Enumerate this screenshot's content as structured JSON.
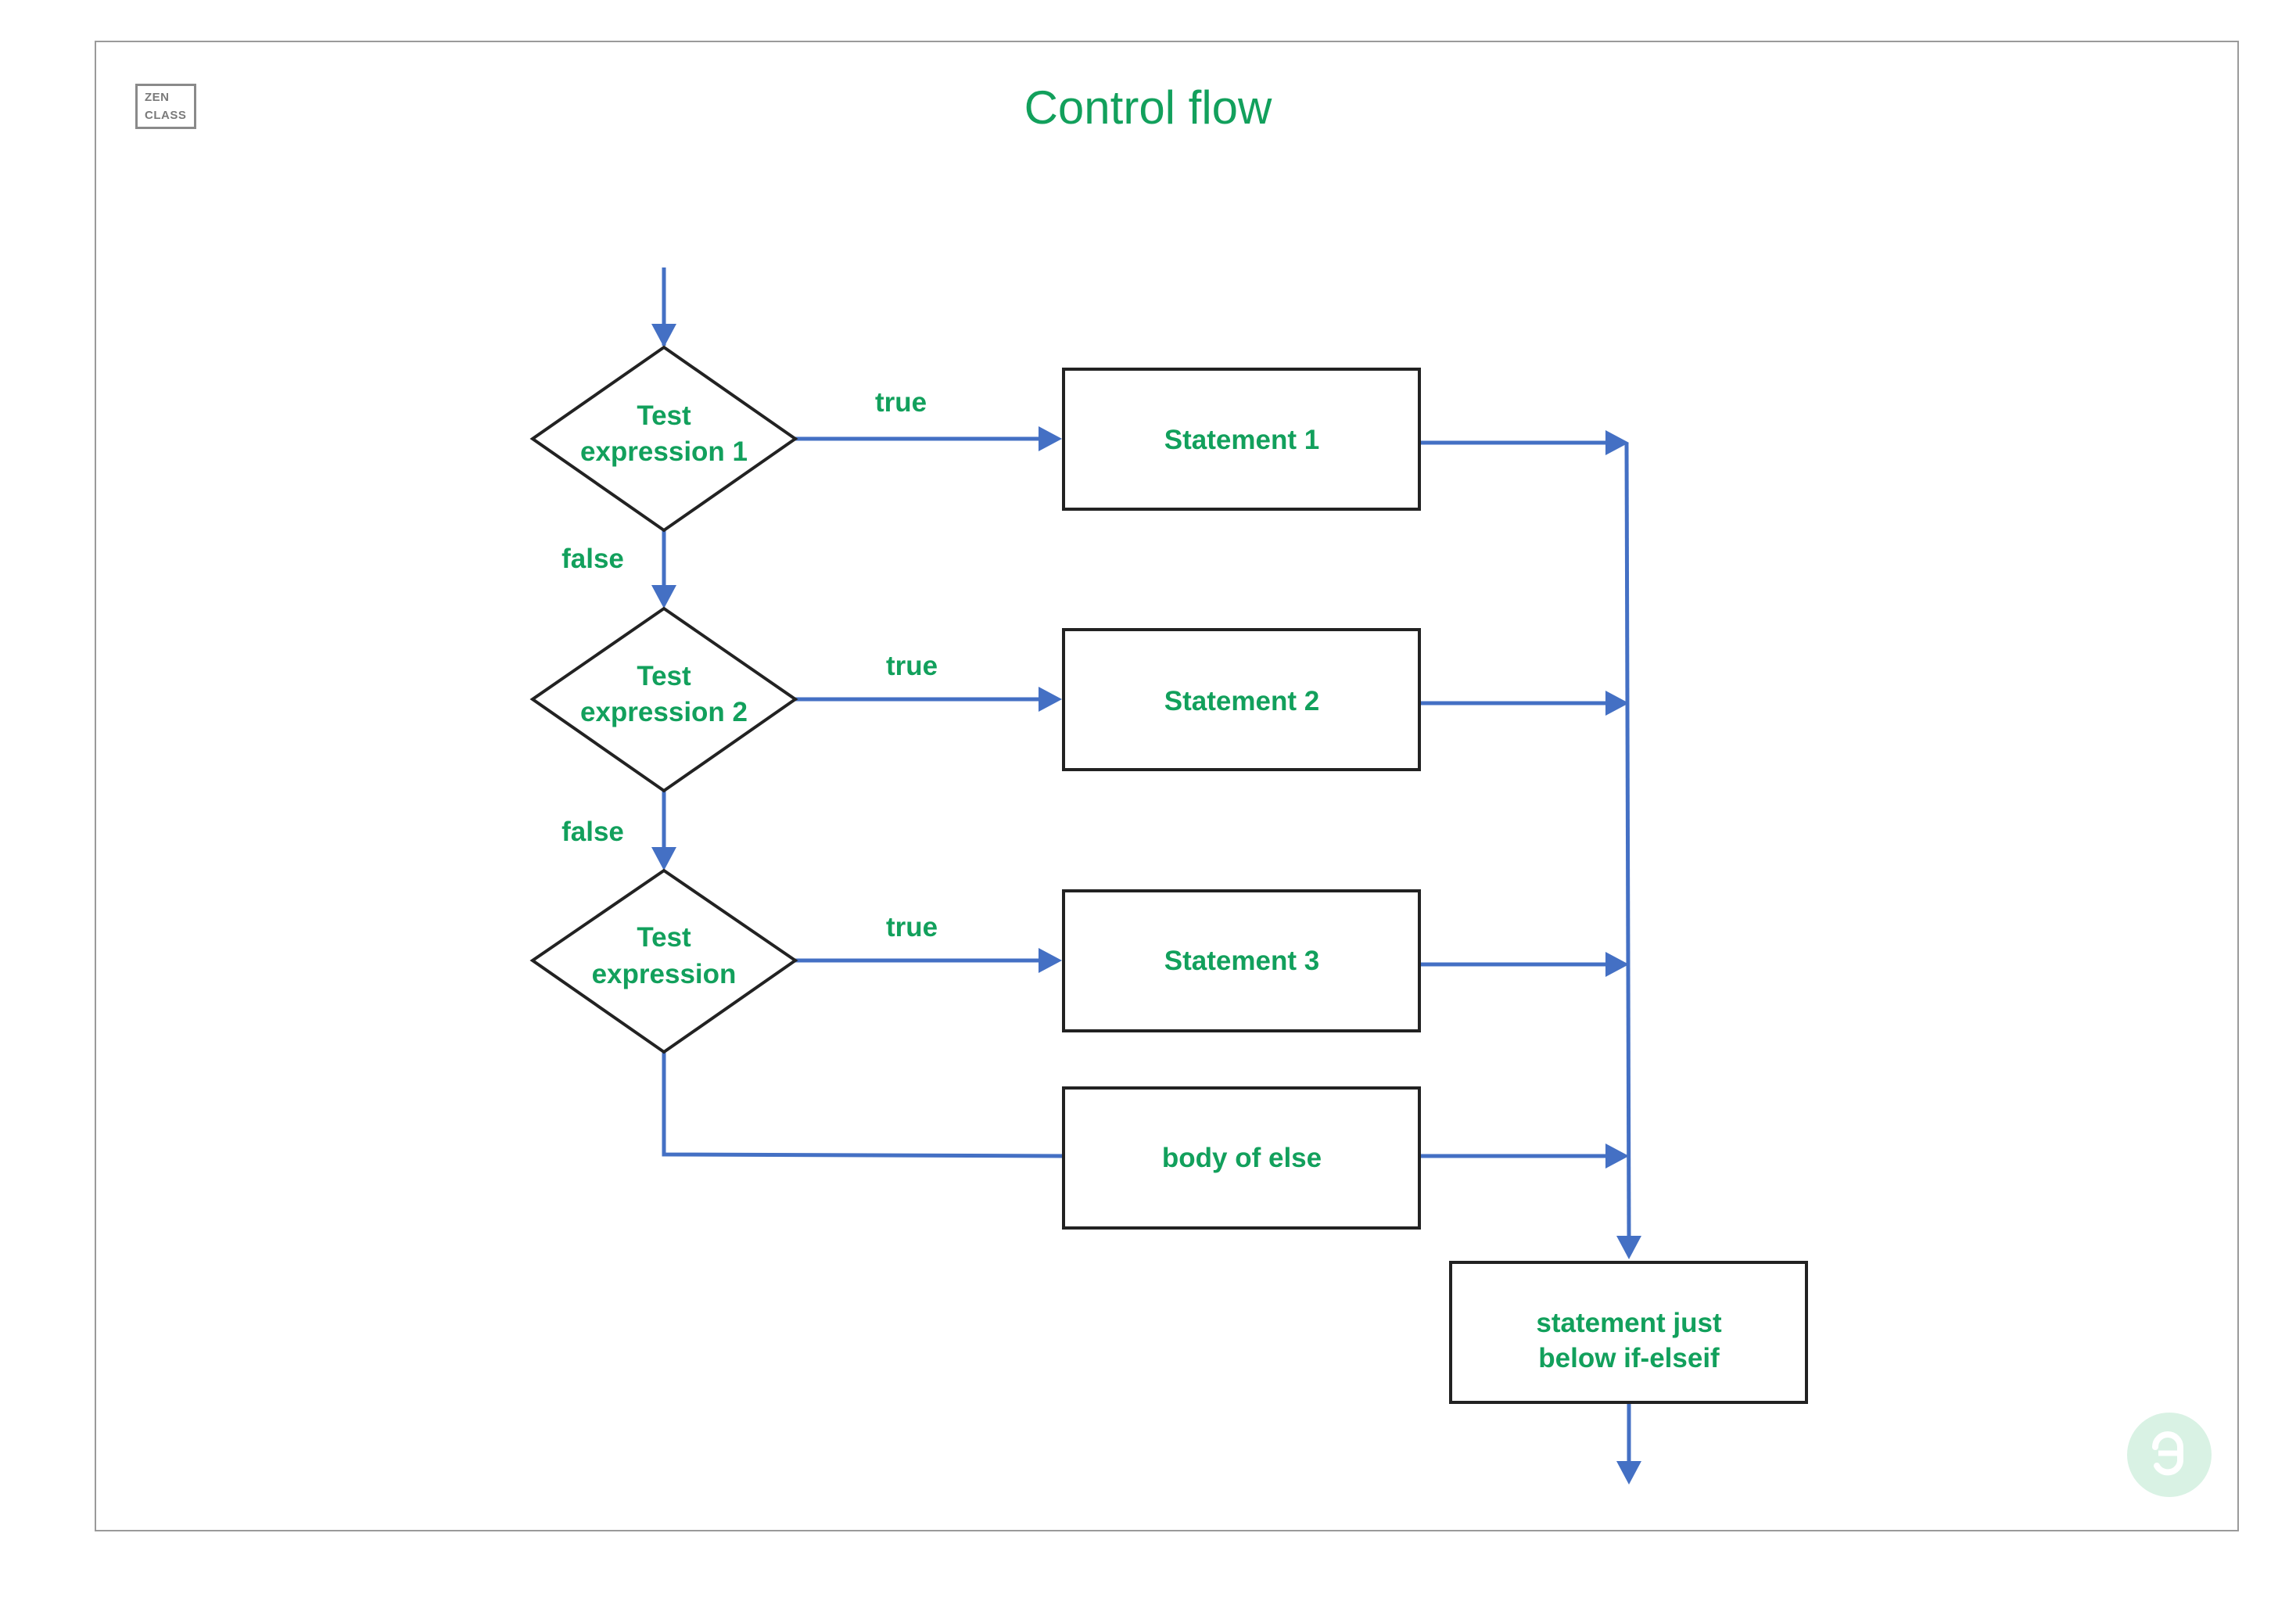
{
  "title": "Control flow",
  "logo": {
    "line1": "ZEN",
    "line2": "CLASS"
  },
  "watermark_icon": "gfg-logo-icon",
  "colors": {
    "title": "#12a05c",
    "node_text": "#12a05c",
    "arrows": "#4470c4",
    "node_border": "#222222",
    "frame": "#9a9a9a",
    "watermark": "#d9f2e4"
  },
  "decisions": [
    {
      "line1": "Test",
      "line2": "expression 1"
    },
    {
      "line1": "Test",
      "line2": "expression 2"
    },
    {
      "line1": "Test",
      "line2": "expression"
    }
  ],
  "statements": [
    {
      "label": "Statement 1"
    },
    {
      "label": "Statement 2"
    },
    {
      "label": "Statement 3"
    },
    {
      "label": "body of else"
    }
  ],
  "final_statement": {
    "line1": "statement just",
    "line2": "below if-elseif"
  },
  "edge_labels": {
    "true": "true",
    "false": "false"
  }
}
